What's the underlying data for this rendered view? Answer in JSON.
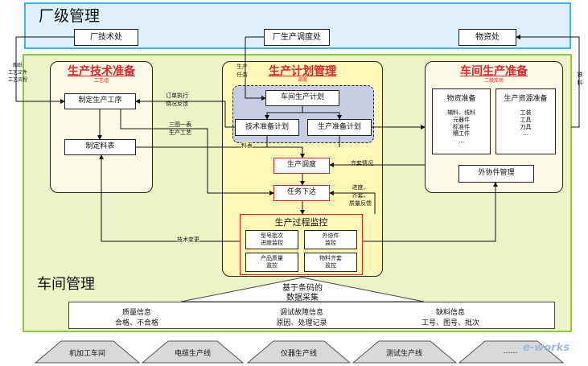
{
  "factory": {
    "title": "厂级管理",
    "departments": {
      "tech": "厂技术处",
      "dispatch": "厂生产调度处",
      "materials": "物资处"
    }
  },
  "workshop": {
    "title": "车间管理"
  },
  "tech_prep": {
    "title": "生产技术准备",
    "subtitle": "工艺组",
    "make_process": "制定生产工序",
    "make_material_table": "制定料表"
  },
  "production_plan": {
    "title": "生产计划管理",
    "subtitle": "调度",
    "workshop_plan": "车间生产计划",
    "tech_prep_plan": "技术准备计划",
    "production_prep_plan": "生产准备计划",
    "dispatch": "生产调度",
    "task_release": "任务下达",
    "monitor": {
      "title": "生产过程监控",
      "cells": [
        "型号批次\n进度监控",
        "外协件\n监控",
        "产品质量\n监控",
        "物料齐套\n监控"
      ]
    }
  },
  "shop_prep": {
    "title": "车间生产准备",
    "subtitle": "二级库房",
    "materials": {
      "title": "物资准备",
      "items": "辅料、线料\n元器件\n标准件\n糟工件\n…"
    },
    "resources": {
      "title": "生产资源准备",
      "items": "工装\n工具\n刀具\n…"
    },
    "outsourcing": "外协件管理"
  },
  "labels": {
    "tech_docs": "图纸\n工艺文件\n工艺流程",
    "production_task": "生产\n任务",
    "order_feedback": "订单执行\n情况反馈",
    "three_docs": "三图一表\n生产工艺",
    "material_table": "料表",
    "kitting_status": "齐套情况",
    "progress_feedback": "进度、\n齐套、\n质量反馈",
    "tech_change": "技术变更",
    "material_label": "铁\n料"
  },
  "barcode": {
    "label": "基于条码的\n数据采集"
  },
  "info": {
    "quality": {
      "title": "质量信息",
      "detail": "合格、不合格"
    },
    "fault": {
      "title": "调试故障信息",
      "detail": "原因、处理记录"
    },
    "shortage": {
      "title": "缺料信息",
      "detail": "工号、图号、批次"
    }
  },
  "lines": [
    "机加工车间",
    "电缆生产线",
    "仪器生产线",
    "测试生产线",
    "……"
  ],
  "watermark": "e-works",
  "colors": {
    "title_red": "#e0242a",
    "factory_blue": "#3fb5e8",
    "shop_green": "#8dc63f",
    "plan_yellow": "#fff9b8",
    "plan_group": "#c9cde3"
  }
}
